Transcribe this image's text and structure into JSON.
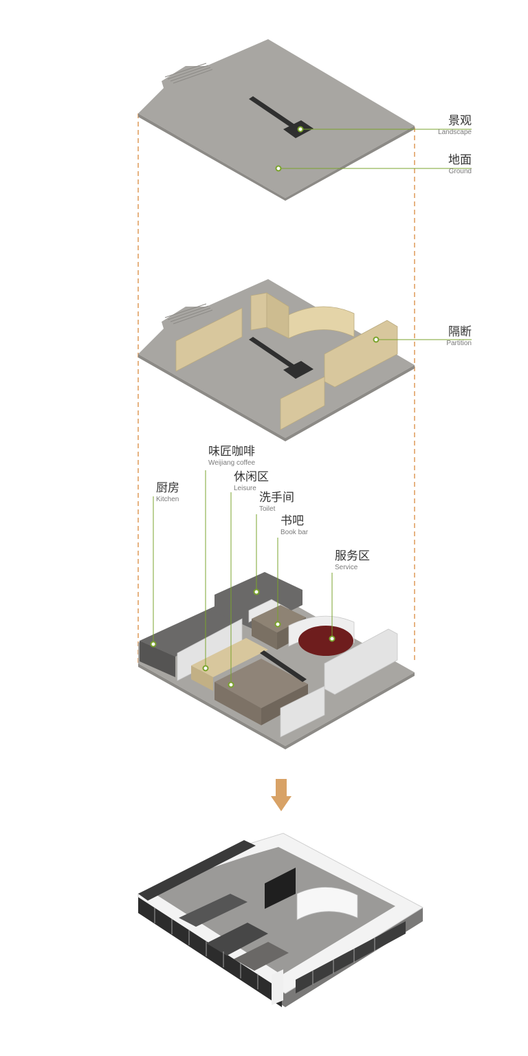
{
  "colors": {
    "floor": "#a8a6a2",
    "floor_side": "#8c8a86",
    "partition": "#d8c79d",
    "dark_block": "#6a6968",
    "brown_block": "#8e8374",
    "leisure_block": "#8f8478",
    "service_red": "#6e1d1d",
    "white_wall": "#e3e3e3",
    "leader_line": "#7aa32c",
    "dashed_guide": "#e0a062",
    "arrow": "#d8a266"
  },
  "layers": {
    "top": {
      "labels": [
        {
          "cn": "景观",
          "en": "Landscape"
        },
        {
          "cn": "地面",
          "en": "Ground"
        }
      ]
    },
    "middle": {
      "labels": [
        {
          "cn": "隔断",
          "en": "Partition"
        }
      ]
    },
    "functions": {
      "labels": [
        {
          "cn": "厨房",
          "en": "Kitchen"
        },
        {
          "cn": "味匠咖啡",
          "en": "Weijiang coffee"
        },
        {
          "cn": "休闲区",
          "en": "Leisure"
        },
        {
          "cn": "洗手间",
          "en": "Toilet"
        },
        {
          "cn": "书吧",
          "en": "Book bar"
        },
        {
          "cn": "服务区",
          "en": "Service"
        }
      ]
    }
  },
  "icons": {
    "transition": "down-arrow-icon"
  }
}
